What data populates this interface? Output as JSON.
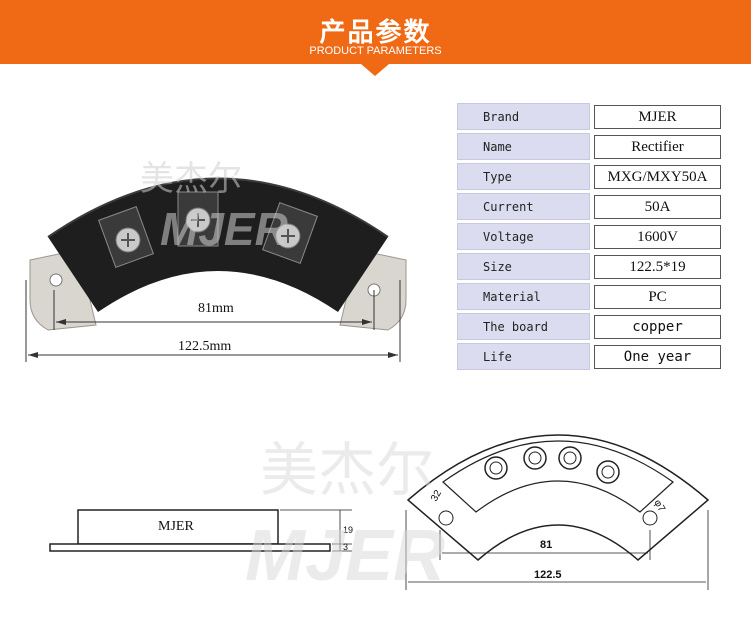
{
  "header": {
    "title": "产品参数",
    "subtitle": "PRODUCT PARAMETERS",
    "color": "#f06a15"
  },
  "specs": [
    {
      "key": "Brand",
      "value": "MJER"
    },
    {
      "key": "Name",
      "value": "Rectifier"
    },
    {
      "key": "Type",
      "value": "MXG/MXY50A"
    },
    {
      "key": "Current",
      "value": "50A"
    },
    {
      "key": "Voltage",
      "value": "1600V"
    },
    {
      "key": "Size",
      "value": "122.5*19"
    },
    {
      "key": "Material",
      "value": "PC"
    },
    {
      "key": "The board",
      "value": "copper"
    },
    {
      "key": "Life",
      "value": "One year"
    }
  ],
  "photo": {
    "inner_dimension": "81mm",
    "outer_dimension": "122.5mm"
  },
  "side_view": {
    "label": "MJER",
    "height_label": "19",
    "base_label": "3"
  },
  "top_view": {
    "width_inner": "81",
    "width_outer": "122.5",
    "left_dim": "32",
    "right_dim": "φ7"
  },
  "watermark": {
    "brand": "MJER",
    "chinese": "美杰尔"
  }
}
